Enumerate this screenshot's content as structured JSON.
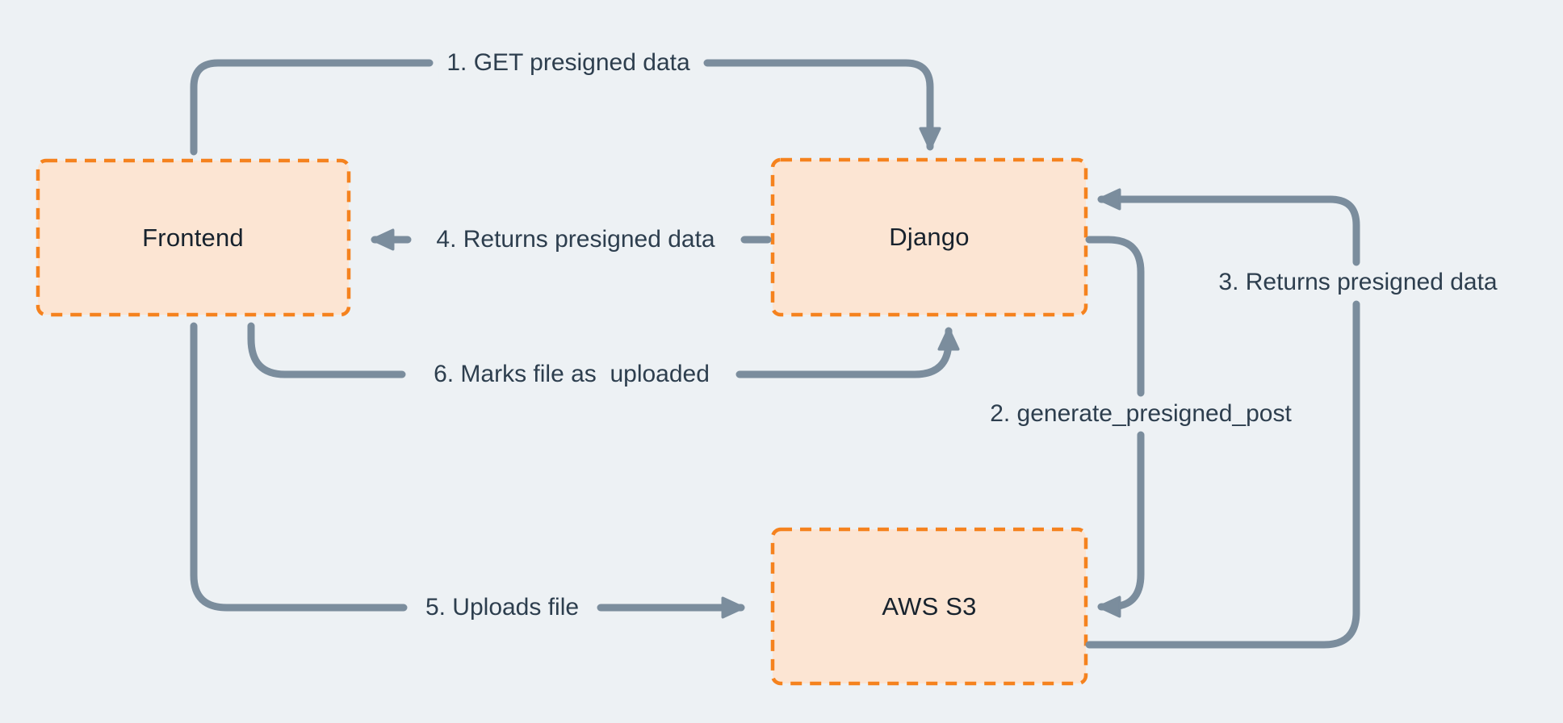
{
  "diagram": {
    "colors": {
      "background": "#edf1f4",
      "node_fill": "#fce5d3",
      "node_border": "#f5821e",
      "arrow": "#7b8d9d",
      "edge_label_text": "#2d3e4e",
      "node_label_text": "#17222d"
    },
    "nodes": [
      {
        "id": "frontend",
        "label": "Frontend"
      },
      {
        "id": "django",
        "label": "Django"
      },
      {
        "id": "aws-s3",
        "label": "AWS S3"
      }
    ],
    "edges": [
      {
        "id": "1",
        "label": "1. GET presigned data",
        "from": "Frontend",
        "to": "Django"
      },
      {
        "id": "2",
        "label": "2. generate_presigned_post",
        "from": "Django",
        "to": "AWS S3"
      },
      {
        "id": "3",
        "label": "3. Returns presigned data",
        "from": "AWS S3",
        "to": "Django"
      },
      {
        "id": "4",
        "label": "4. Returns presigned data",
        "from": "Django",
        "to": "Frontend"
      },
      {
        "id": "5",
        "label": "5. Uploads file",
        "from": "Frontend",
        "to": "AWS S3"
      },
      {
        "id": "6",
        "label": "6. Marks file as  uploaded",
        "from": "Frontend",
        "to": "Django"
      }
    ]
  }
}
